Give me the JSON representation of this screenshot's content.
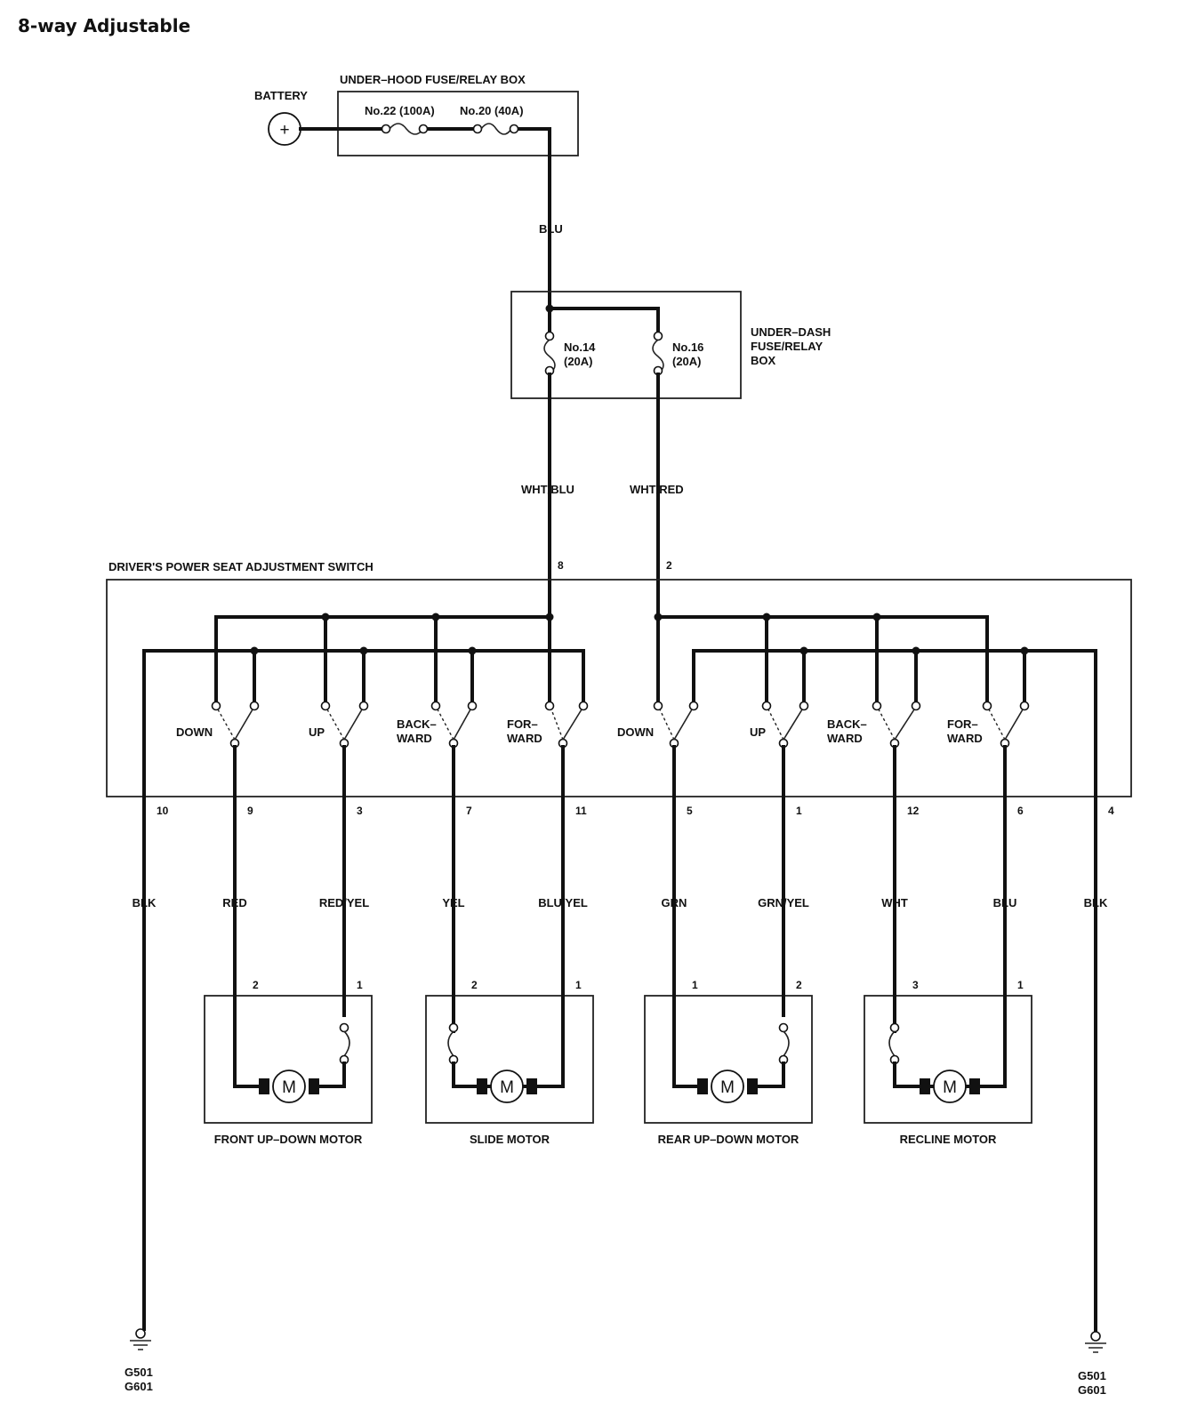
{
  "title": "8-way Adjustable",
  "battery": {
    "label": "BATTERY",
    "symbol": "+"
  },
  "under_hood_box": {
    "label": "UNDER–HOOD FUSE/RELAY BOX",
    "fuses": [
      {
        "label": "No.22 (100A)"
      },
      {
        "label": "No.20 (40A)"
      }
    ]
  },
  "main_wire": {
    "color": "BLU"
  },
  "under_dash_box": {
    "label_lines": [
      "UNDER–DASH",
      "FUSE/RELAY",
      "BOX"
    ],
    "fuses": [
      {
        "lines": [
          "No.14",
          "(20A)"
        ]
      },
      {
        "lines": [
          "No.16",
          "(20A)"
        ]
      }
    ]
  },
  "feed_wires": [
    {
      "color": "WHT/BLU",
      "pin": "8"
    },
    {
      "color": "WHT/RED",
      "pin": "2"
    }
  ],
  "switch": {
    "label": "DRIVER'S POWER SEAT ADJUSTMENT SWITCH",
    "positions": [
      {
        "lines": [
          "DOWN"
        ]
      },
      {
        "lines": [
          "UP"
        ]
      },
      {
        "lines": [
          "BACK–",
          "WARD"
        ]
      },
      {
        "lines": [
          "FOR–",
          "WARD"
        ]
      },
      {
        "lines": [
          "DOWN"
        ]
      },
      {
        "lines": [
          "UP"
        ]
      },
      {
        "lines": [
          "BACK–",
          "WARD"
        ]
      },
      {
        "lines": [
          "FOR–",
          "WARD"
        ]
      }
    ],
    "output_pins": [
      "10",
      "9",
      "3",
      "7",
      "11",
      "5",
      "1",
      "12",
      "6",
      "4"
    ]
  },
  "wire_colors": [
    "BLK",
    "RED",
    "RED/YEL",
    "YEL",
    "BLU/YEL",
    "GRN",
    "GRN/YEL",
    "WHT",
    "BLU",
    "BLK"
  ],
  "motors": [
    {
      "name": "FRONT UP–DOWN MOTOR",
      "symbol": "M",
      "pins": [
        "2",
        "1"
      ]
    },
    {
      "name": "SLIDE MOTOR",
      "symbol": "M",
      "pins": [
        "2",
        "1"
      ]
    },
    {
      "name": "REAR UP–DOWN MOTOR",
      "symbol": "M",
      "pins": [
        "1",
        "2"
      ]
    },
    {
      "name": "RECLINE MOTOR",
      "symbol": "M",
      "pins": [
        "3",
        "1"
      ]
    }
  ],
  "grounds": [
    {
      "lines": [
        "G501",
        "G601"
      ]
    },
    {
      "lines": [
        "G501",
        "G601"
      ]
    }
  ]
}
